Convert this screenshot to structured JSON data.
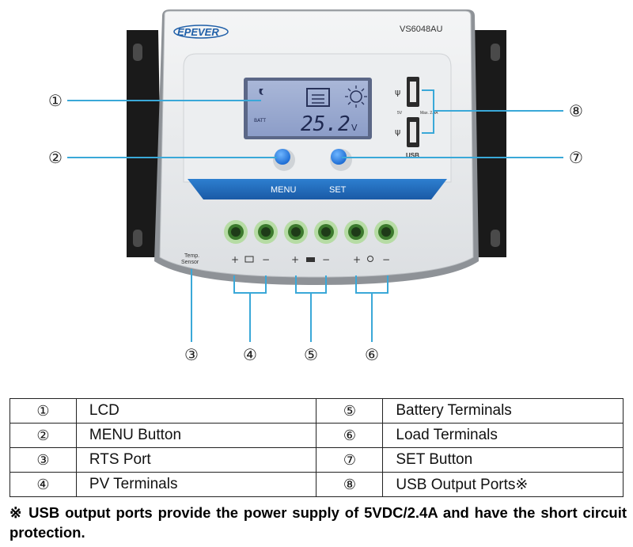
{
  "device": {
    "brand": "EPEVER",
    "model": "VS6048AU",
    "lcd_reading": "25.2",
    "lcd_unit": "V",
    "lcd_batt_text": "BATT",
    "menu_label": "MENU",
    "set_label": "SET",
    "temp_sensor_label_1": "Temp.",
    "temp_sensor_label_2": "Sensor",
    "usb_label": "USB",
    "usb_spec_v": "5V",
    "usb_spec_a": "Max. 2.4A"
  },
  "callouts": {
    "c1": "①",
    "c2": "②",
    "c3": "③",
    "c4": "④",
    "c5": "⑤",
    "c6": "⑥",
    "c7": "⑦",
    "c8": "⑧"
  },
  "legend": [
    {
      "num_left": "①",
      "label_left": "LCD",
      "num_right": "⑤",
      "label_right": "Battery Terminals"
    },
    {
      "num_left": "②",
      "label_left": "MENU Button",
      "num_right": "⑥",
      "label_right": "Load Terminals"
    },
    {
      "num_left": "③",
      "label_left": "RTS Port",
      "num_right": "⑦",
      "label_right": "SET Button"
    },
    {
      "num_left": "④",
      "label_left": "PV Terminals",
      "num_right": "⑧",
      "label_right": "USB Output Ports※"
    }
  ],
  "footnote": "※ USB output ports provide the power supply of 5VDC/2.4A and have the short circuit protection.",
  "colors": {
    "leader_line": "#3aa8d8",
    "brand_blue": "#1f5fa8",
    "terminal_green": "#7fc36b"
  }
}
